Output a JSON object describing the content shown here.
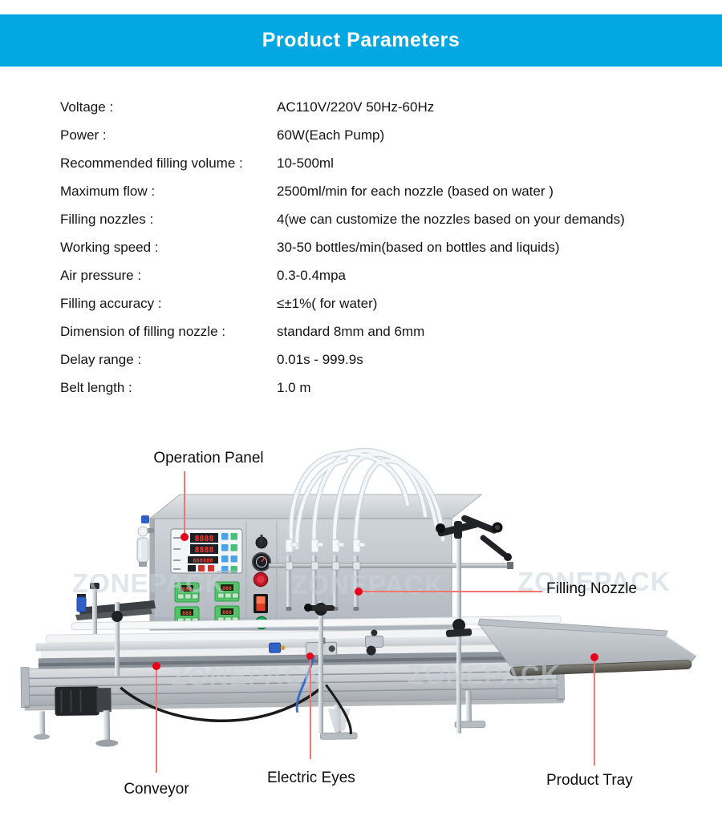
{
  "header": {
    "title": "Product Parameters"
  },
  "specs": [
    {
      "label": "Voltage :",
      "value": "AC110V/220V 50Hz-60Hz"
    },
    {
      "label": "Power :",
      "value": "60W(Each Pump)"
    },
    {
      "label": "Recommended filling volume :",
      "value": "10-500ml"
    },
    {
      "label": "Maximum flow :",
      "value": "2500ml/min for each nozzle (based on water )"
    },
    {
      "label": "Filling nozzles :",
      "value": "4(we can customize the nozzles based on your demands)"
    },
    {
      "label": "Working speed :",
      "value": "30-50 bottles/min(based on bottles and liquids)"
    },
    {
      "label": "Air pressure :",
      "value": "0.3-0.4mpa"
    },
    {
      "label": "Filling accuracy :",
      "value": "≤±1%( for water)"
    },
    {
      "label": "Dimension of filling nozzle :",
      "value": "standard 8mm and 6mm"
    },
    {
      "label": "Delay range :",
      "value": "0.01s - 999.9s"
    },
    {
      "label": "Belt length :",
      "value": "1.0 m"
    }
  ],
  "annotations": {
    "operation_panel": "Operation Panel",
    "filling_nozzle": "Filling Nozzle",
    "conveyor": "Conveyor",
    "electric_eyes": "Electric Eyes",
    "product_tray": "Product Tray"
  },
  "watermark": {
    "text": "ZONEPACK"
  },
  "colors": {
    "banner": "#03a7e2",
    "annotation_line": "#f2766f",
    "annotation_dot": "#e60019",
    "watermark": "#c9d3da"
  }
}
